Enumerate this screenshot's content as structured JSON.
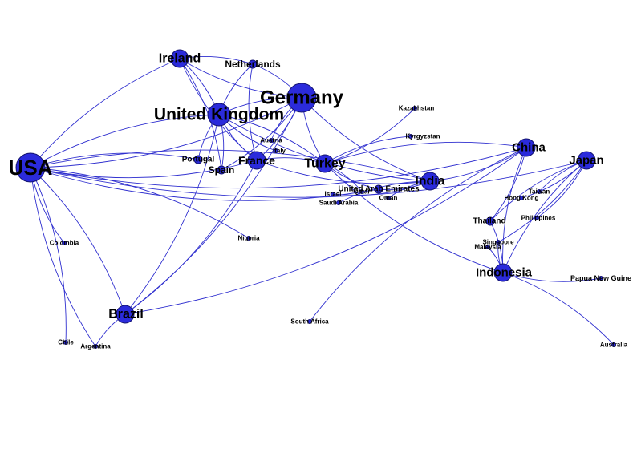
{
  "graph": {
    "node_color": "#2b2bdb",
    "edge_color": "#2f2fcf",
    "nodes": [
      {
        "id": "USA",
        "label": "USA",
        "size": "large"
      },
      {
        "id": "Germany",
        "label": "Germany",
        "size": "large"
      },
      {
        "id": "UK",
        "label": "United Kingdom",
        "size": "large"
      },
      {
        "id": "Ireland",
        "label": "Ireland",
        "size": "medium"
      },
      {
        "id": "Netherlands",
        "label": "Netherlands",
        "size": "small"
      },
      {
        "id": "Austria",
        "label": "Austria",
        "size": "tiny"
      },
      {
        "id": "Italy",
        "label": "Italy",
        "size": "tiny"
      },
      {
        "id": "Portugal",
        "label": "Portugal",
        "size": "small"
      },
      {
        "id": "Spain",
        "label": "Spain",
        "size": "small"
      },
      {
        "id": "France",
        "label": "France",
        "size": "medium"
      },
      {
        "id": "Turkey",
        "label": "Turkey",
        "size": "medium"
      },
      {
        "id": "Kazakhstan",
        "label": "Kazakhstan",
        "size": "tiny"
      },
      {
        "id": "Kyrgyzstan",
        "label": "Kyrgyzstan",
        "size": "tiny"
      },
      {
        "id": "UAE",
        "label": "United Arab Emirates",
        "size": "small"
      },
      {
        "id": "Qatar",
        "label": "Qatar",
        "size": "tiny"
      },
      {
        "id": "Oman",
        "label": "Oman",
        "size": "tiny"
      },
      {
        "id": "Israel",
        "label": "Israel",
        "size": "tiny"
      },
      {
        "id": "SaudiArabia",
        "label": "Saudi Arabia",
        "size": "tiny"
      },
      {
        "id": "India",
        "label": "India",
        "size": "medium"
      },
      {
        "id": "China",
        "label": "China",
        "size": "medium"
      },
      {
        "id": "Japan",
        "label": "Japan",
        "size": "medium"
      },
      {
        "id": "HongKong",
        "label": "Hong Kong",
        "size": "tiny"
      },
      {
        "id": "Taiwan",
        "label": "Taiwan",
        "size": "tiny"
      },
      {
        "id": "Philippines",
        "label": "Philippines",
        "size": "tiny"
      },
      {
        "id": "Thailand",
        "label": "Thailand",
        "size": "small"
      },
      {
        "id": "Singapore",
        "label": "Singapore",
        "size": "tiny"
      },
      {
        "id": "Malaysia",
        "label": "Malaysia",
        "size": "tiny"
      },
      {
        "id": "Indonesia",
        "label": "Indonesia",
        "size": "medium"
      },
      {
        "id": "PNG",
        "label": "Papua New Guine",
        "size": "tiny"
      },
      {
        "id": "Australia",
        "label": "Australia",
        "size": "tiny"
      },
      {
        "id": "Nigeria",
        "label": "Nigeria",
        "size": "tiny"
      },
      {
        "id": "Colombia",
        "label": "Colombia",
        "size": "tiny"
      },
      {
        "id": "Chile",
        "label": "Chile",
        "size": "tiny"
      },
      {
        "id": "Argentina",
        "label": "Argentina",
        "size": "tiny"
      },
      {
        "id": "Brazil",
        "label": "Brazil",
        "size": "medium"
      },
      {
        "id": "SouthAfrica",
        "label": "South Africa",
        "size": "tiny"
      }
    ],
    "edges": [
      [
        "USA",
        "UK"
      ],
      [
        "USA",
        "Germany"
      ],
      [
        "USA",
        "Ireland"
      ],
      [
        "USA",
        "France"
      ],
      [
        "USA",
        "India"
      ],
      [
        "USA",
        "China"
      ],
      [
        "USA",
        "Brazil"
      ],
      [
        "USA",
        "Colombia"
      ],
      [
        "USA",
        "Chile"
      ],
      [
        "USA",
        "Argentina"
      ],
      [
        "USA",
        "Nigeria"
      ],
      [
        "USA",
        "Japan"
      ],
      [
        "USA",
        "Portugal"
      ],
      [
        "USA",
        "UAE"
      ],
      [
        "Ireland",
        "UK"
      ],
      [
        "Ireland",
        "Germany"
      ],
      [
        "Ireland",
        "Netherlands"
      ],
      [
        "Ireland",
        "France"
      ],
      [
        "Ireland",
        "Spain"
      ],
      [
        "Netherlands",
        "UK"
      ],
      [
        "Netherlands",
        "Germany"
      ],
      [
        "Netherlands",
        "France"
      ],
      [
        "UK",
        "Germany"
      ],
      [
        "UK",
        "France"
      ],
      [
        "UK",
        "Spain"
      ],
      [
        "UK",
        "Portugal"
      ],
      [
        "UK",
        "Brazil"
      ],
      [
        "UK",
        "Italy"
      ],
      [
        "UK",
        "Turkey"
      ],
      [
        "UK",
        "India"
      ],
      [
        "Germany",
        "France"
      ],
      [
        "Germany",
        "Turkey"
      ],
      [
        "Germany",
        "Spain"
      ],
      [
        "Germany",
        "Austria"
      ],
      [
        "Germany",
        "Brazil"
      ],
      [
        "Germany",
        "India"
      ],
      [
        "France",
        "Brazil"
      ],
      [
        "France",
        "India"
      ],
      [
        "France",
        "Turkey"
      ],
      [
        "Turkey",
        "Kazakhstan"
      ],
      [
        "Turkey",
        "Kyrgyzstan"
      ],
      [
        "Turkey",
        "UAE"
      ],
      [
        "Turkey",
        "Qatar"
      ],
      [
        "Turkey",
        "Indonesia"
      ],
      [
        "Turkey",
        "China"
      ],
      [
        "UAE",
        "India"
      ],
      [
        "Oman",
        "India"
      ],
      [
        "Israel",
        "India"
      ],
      [
        "SaudiArabia",
        "India"
      ],
      [
        "India",
        "China"
      ],
      [
        "China",
        "Thailand"
      ],
      [
        "China",
        "Indonesia"
      ],
      [
        "China",
        "Brazil"
      ],
      [
        "China",
        "SouthAfrica"
      ],
      [
        "Japan",
        "HongKong"
      ],
      [
        "Japan",
        "Taiwan"
      ],
      [
        "Japan",
        "Philippines"
      ],
      [
        "Japan",
        "Thailand"
      ],
      [
        "Japan",
        "Singapore"
      ],
      [
        "Japan",
        "Indonesia"
      ],
      [
        "Thailand",
        "Indonesia"
      ],
      [
        "Indonesia",
        "Malaysia"
      ],
      [
        "Indonesia",
        "Singapore"
      ],
      [
        "Indonesia",
        "PNG"
      ],
      [
        "Indonesia",
        "Australia"
      ],
      [
        "Brazil",
        "Argentina"
      ]
    ]
  }
}
